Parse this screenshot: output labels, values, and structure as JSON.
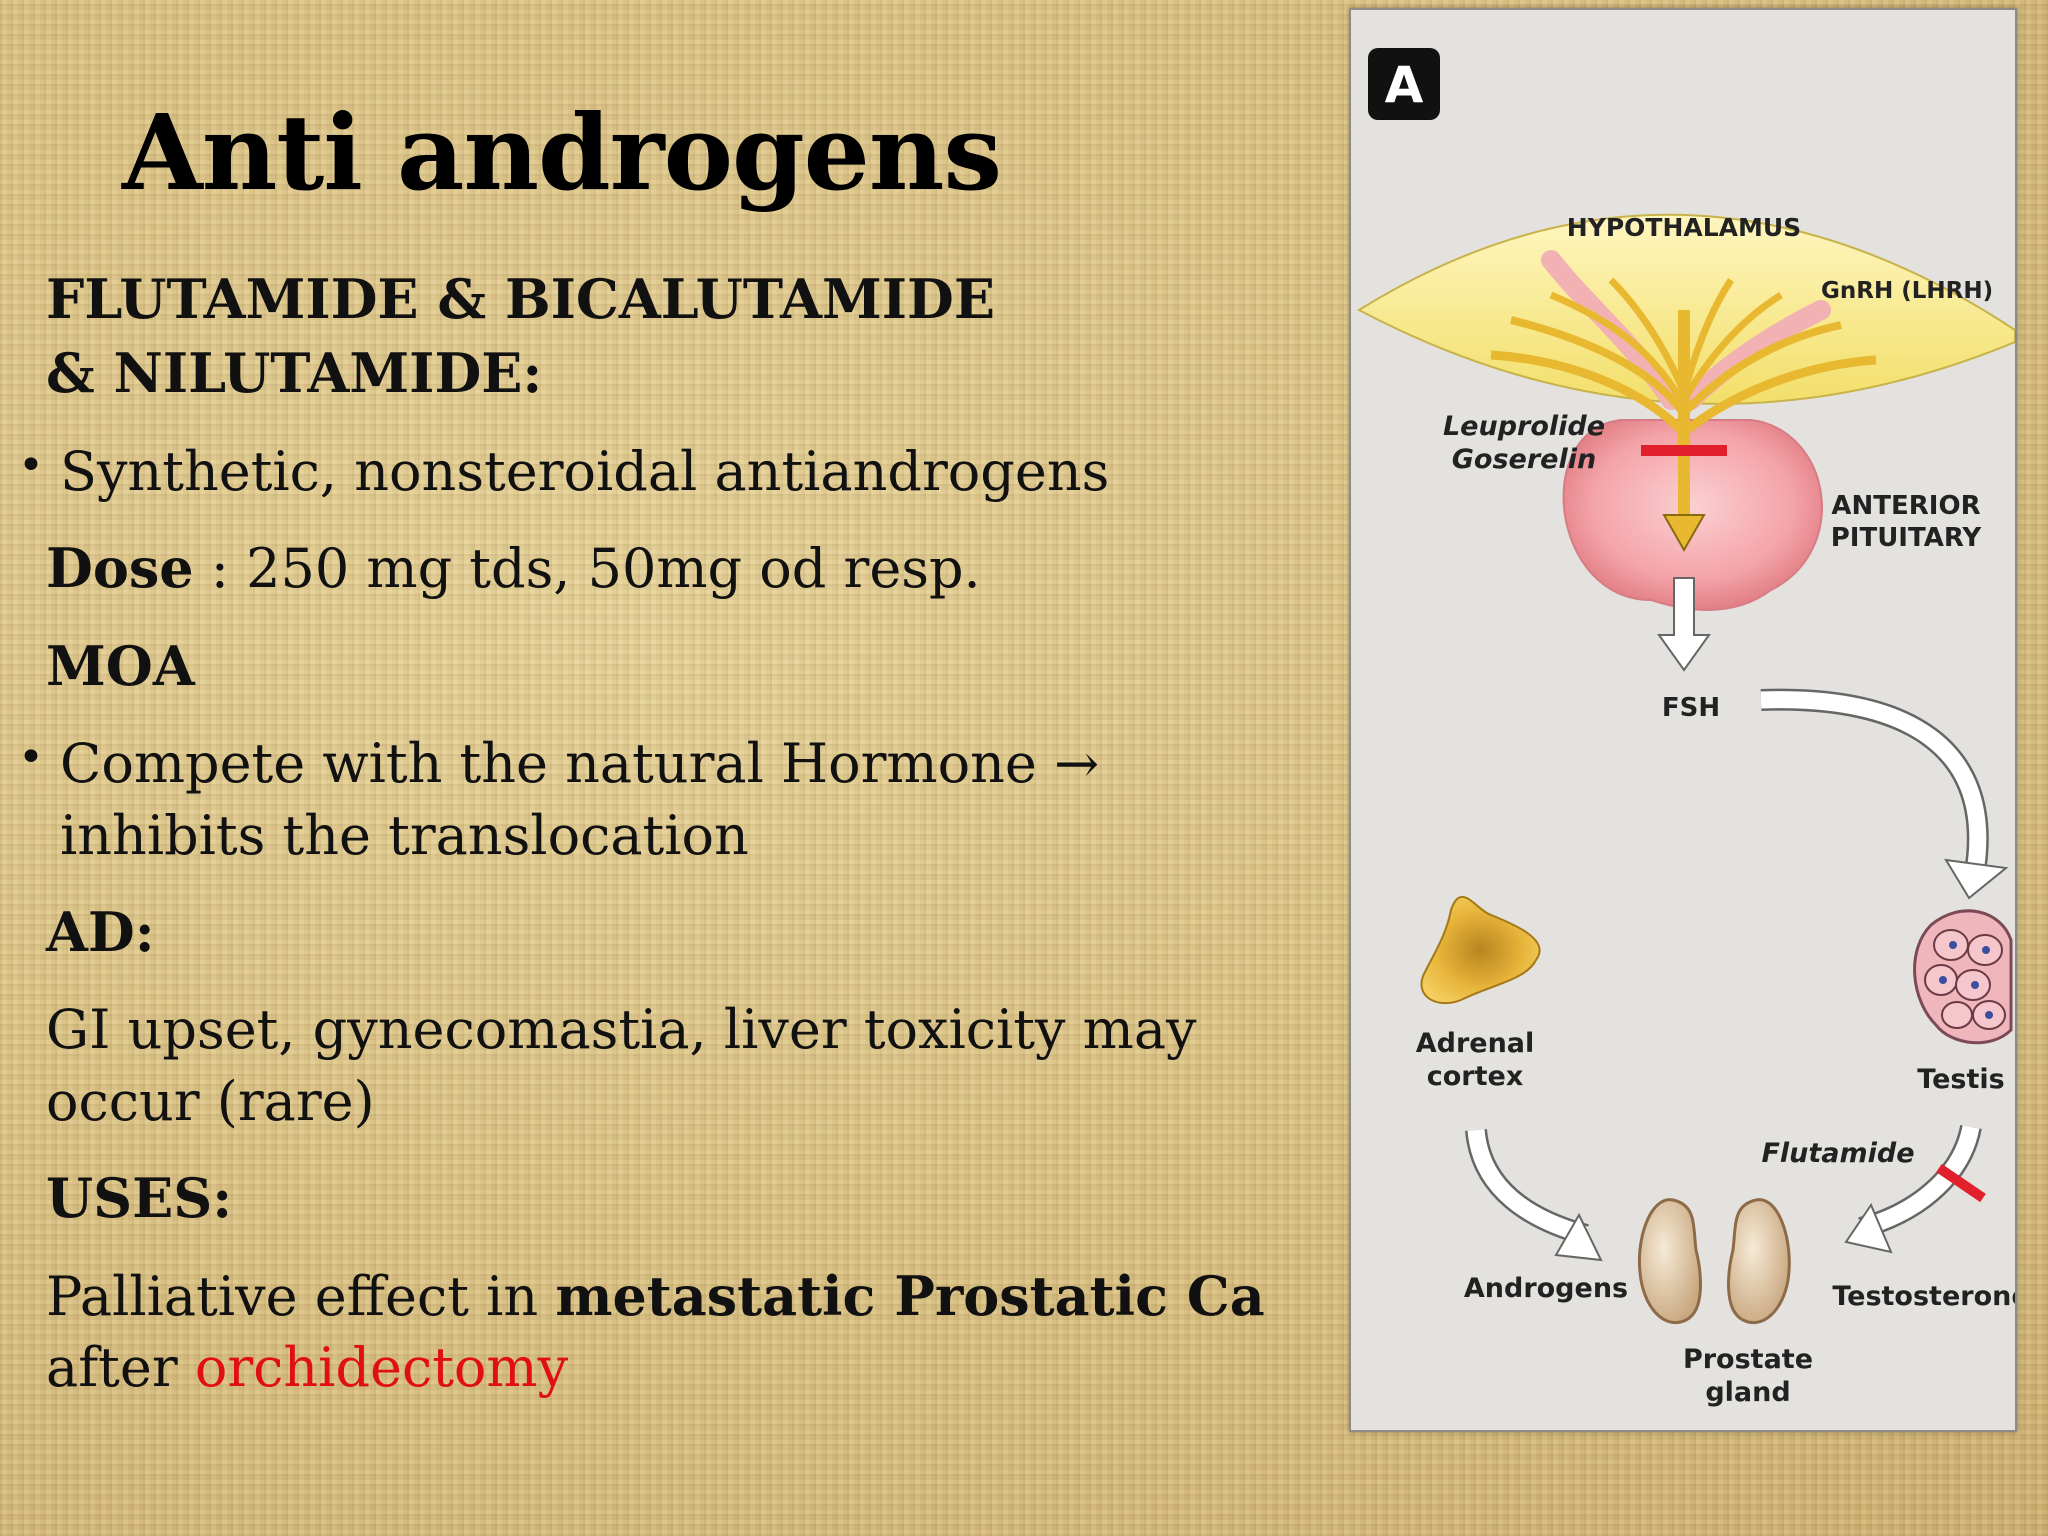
{
  "title": "Anti androgens",
  "drugs_heading": "FLUTAMIDE & BICALUTAMIDE & NILUTAMIDE:",
  "bullet_symbol": "•",
  "class_text": "Synthetic, nonsteroidal antiandrogens",
  "dose": {
    "label": "Dose",
    "value": " : 250 mg tds, 50mg od resp."
  },
  "moa": {
    "heading": "MOA",
    "line1": "Compete with the natural Hormone →",
    "line2": "inhibits the translocation"
  },
  "ad": {
    "heading": "AD:",
    "line1": "GI upset, gynecomastia, liver toxicity may",
    "line2": "occur (rare)"
  },
  "uses": {
    "heading": "USES:",
    "prefix": "Palliative effect in ",
    "emphasis": "metastatic Prostatic Ca",
    "line2_prefix": "after ",
    "highlight": "orchidectomy",
    "highlight_color": "#e01010"
  },
  "figure": {
    "panel_letter": "A",
    "hypothalamus": "HYPOTHALAMUS",
    "gnrh": "GnRH (LHRH)",
    "leuprolide": "Leuprolide",
    "goserelin": "Goserelin",
    "anterior": "ANTERIOR",
    "pituitary": "PITUITARY",
    "fsh": "FSH",
    "adrenal": "Adrenal",
    "cortex": "cortex",
    "testis": "Testis",
    "flutamide": "Flutamide",
    "androgens": "Androgens",
    "testosterone": "Testosterone",
    "prostate": "Prostate",
    "gland": "gland",
    "colors": {
      "hypothalamus": "#f6ea84",
      "pituitary": "#f4a4a8",
      "block": "#e0202a",
      "neuron": "#e8b830"
    }
  }
}
